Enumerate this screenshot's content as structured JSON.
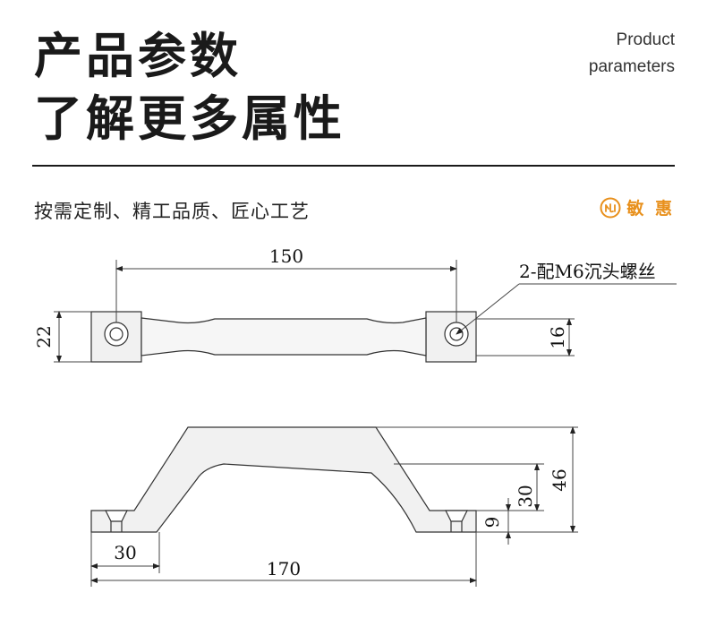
{
  "header": {
    "title_line1": "产品参数",
    "title_line2": "了解更多属性",
    "en_line1": "Product",
    "en_line2": "parameters"
  },
  "tagline": "按需定制、精工品质、匠心工艺",
  "brand": {
    "name": "敏 惠",
    "color": "#e8901c",
    "logo_icon": "brand-logo-icon"
  },
  "drawing": {
    "dim_length": "150",
    "dim_height_left": "22",
    "dim_height_right": "16",
    "screw_callout": "2-配M6沉头螺丝",
    "dim_total_height": "46",
    "dim_inner_height": "30",
    "dim_base_height": "9",
    "dim_foot_width": "30",
    "dim_total_width": "170"
  }
}
